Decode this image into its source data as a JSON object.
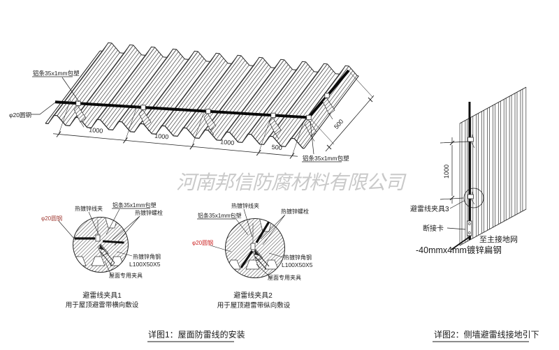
{
  "watermark": "河南邦信防腐材料有限公司",
  "colors": {
    "line": "#1a1a1a",
    "watermark": "#c9c9c9",
    "red": "#cc2222",
    "darkred": "#a03a33"
  },
  "roof": {
    "strip_label_left": "铝条35x1mm包塑",
    "strip_label_right": "铝条35x1mm包塑",
    "rod_label": "φ20圆钢",
    "dims": [
      "1000",
      "1000",
      "1000",
      "500"
    ],
    "dim_side": "500"
  },
  "detail1": {
    "clamp": "热镀锌线夹",
    "strip": "铝条35x1mm包塑",
    "bolt": "热镀锌螺栓",
    "rod": "φ20圆钢",
    "angle": "热镀锌角钢",
    "angle_spec": "L100X50X5",
    "fixture": "屋面专用夹具",
    "title": "避雷线夹具1",
    "subtitle": "用于屋顶避雷带横向敷设"
  },
  "detail2": {
    "clamp": "热镀锌线夹",
    "strip": "铝条35x1mm包塑",
    "bolt": "热镀锌螺栓",
    "rod": "φ20圆钢",
    "angle": "热镀锌角钢",
    "angle_spec": "L100X50X5",
    "fixture": "屋面专用夹具",
    "title": "避雷线夹具2",
    "subtitle": "用于屋顶避雷带纵向敷设"
  },
  "wall": {
    "clamp3": "避雷线夹具3",
    "breaker": "断接卡",
    "ground": "至主接地网",
    "flat": "-40mmx4mm镀锌扁钢",
    "dim": "1000"
  },
  "captions": {
    "fig1": "详图1：屋面防雷线的安装",
    "fig2": "详图2：侧墙避雷线接地引下"
  }
}
